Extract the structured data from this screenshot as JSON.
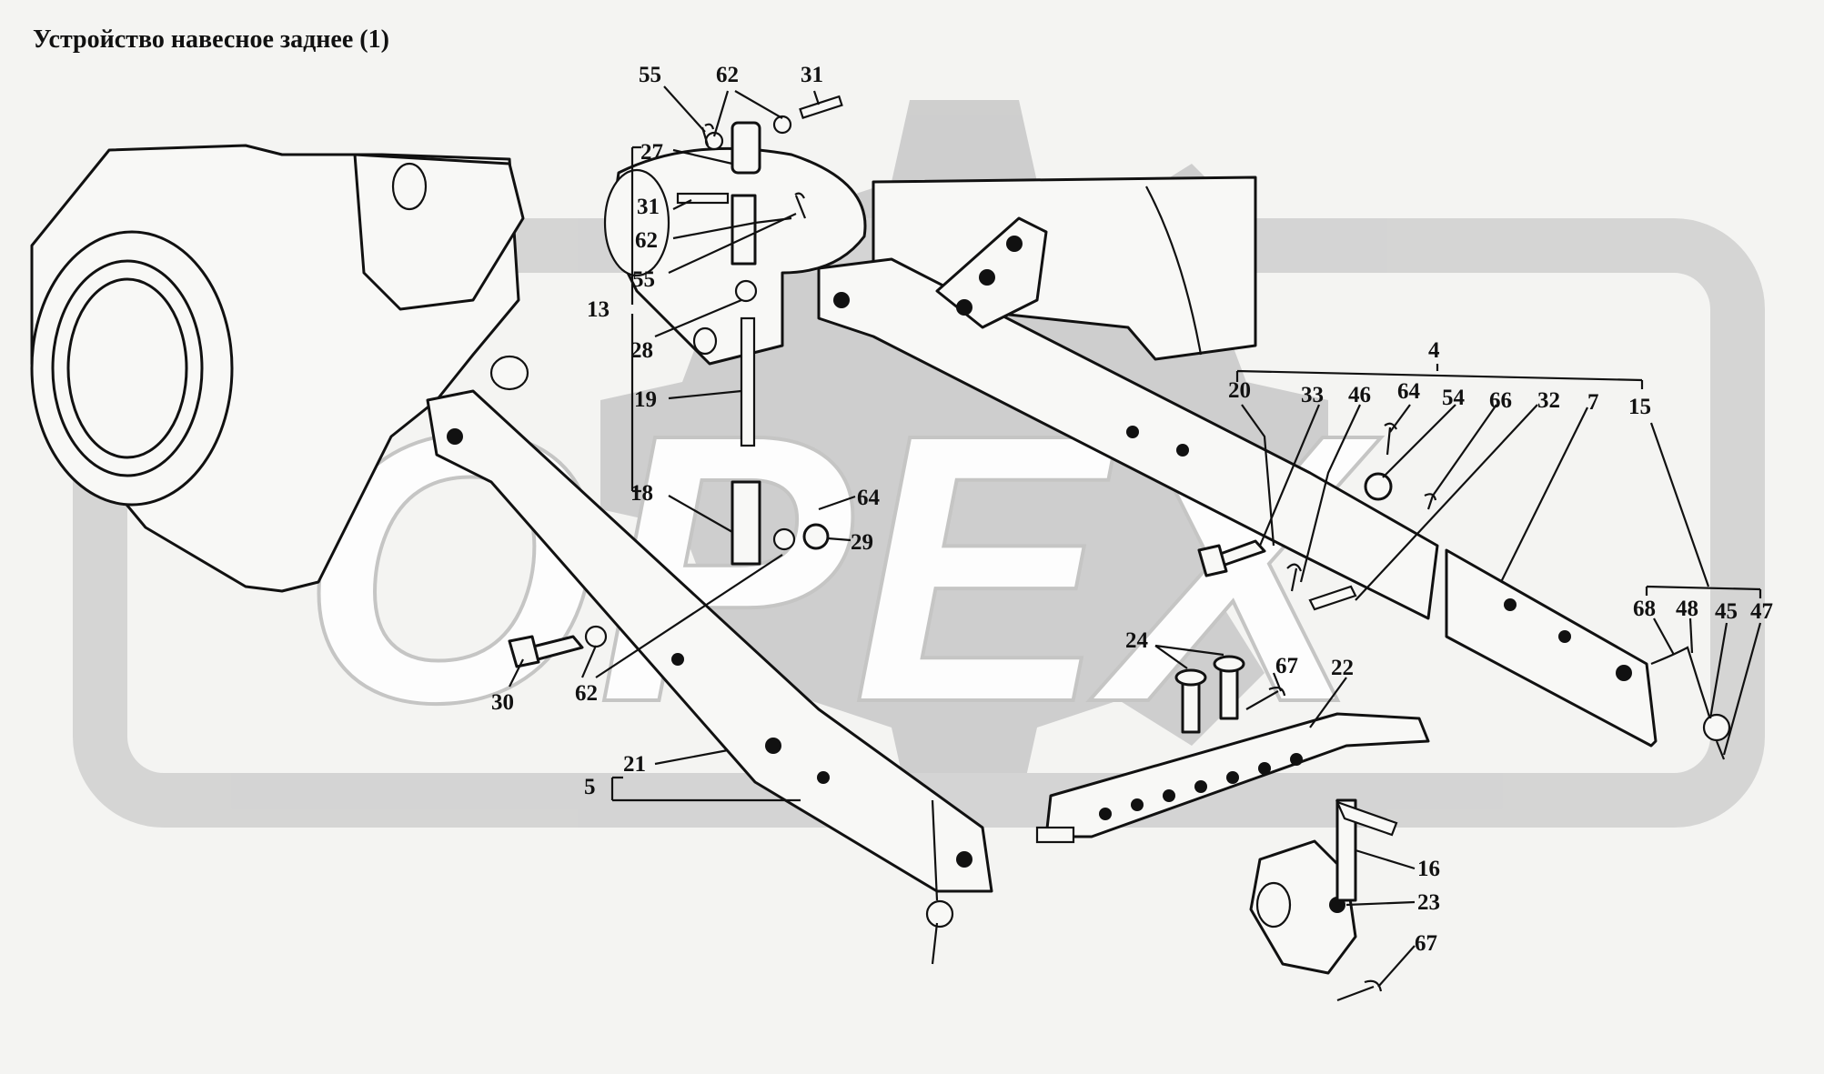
{
  "title": "Устройство навесное заднее  (1)",
  "watermark": "OPEX",
  "labels": [
    {
      "id": "55a",
      "text": "55"
    },
    {
      "id": "62a",
      "text": "62"
    },
    {
      "id": "31a",
      "text": "31"
    },
    {
      "id": "27",
      "text": "27"
    },
    {
      "id": "31b",
      "text": "31"
    },
    {
      "id": "62b",
      "text": "62"
    },
    {
      "id": "55b",
      "text": "55"
    },
    {
      "id": "13",
      "text": "13"
    },
    {
      "id": "28",
      "text": "28"
    },
    {
      "id": "19",
      "text": "19"
    },
    {
      "id": "18",
      "text": "18"
    },
    {
      "id": "64a",
      "text": "64"
    },
    {
      "id": "29",
      "text": "29"
    },
    {
      "id": "30",
      "text": "30"
    },
    {
      "id": "62c",
      "text": "62"
    },
    {
      "id": "5",
      "text": "5"
    },
    {
      "id": "21",
      "text": "21"
    },
    {
      "id": "4",
      "text": "4"
    },
    {
      "id": "20",
      "text": "20"
    },
    {
      "id": "33",
      "text": "33"
    },
    {
      "id": "46",
      "text": "46"
    },
    {
      "id": "64b",
      "text": "64"
    },
    {
      "id": "54",
      "text": "54"
    },
    {
      "id": "66",
      "text": "66"
    },
    {
      "id": "32",
      "text": "32"
    },
    {
      "id": "7",
      "text": "7"
    },
    {
      "id": "15",
      "text": "15"
    },
    {
      "id": "68",
      "text": "68"
    },
    {
      "id": "48",
      "text": "48"
    },
    {
      "id": "45",
      "text": "45"
    },
    {
      "id": "47",
      "text": "47"
    },
    {
      "id": "24",
      "text": "24"
    },
    {
      "id": "67a",
      "text": "67"
    },
    {
      "id": "22",
      "text": "22"
    },
    {
      "id": "16",
      "text": "16"
    },
    {
      "id": "23",
      "text": "23"
    },
    {
      "id": "67b",
      "text": "67"
    }
  ]
}
